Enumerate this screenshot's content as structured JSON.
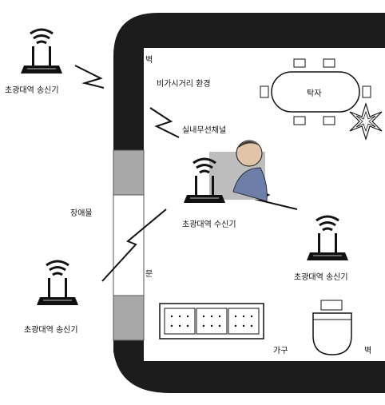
{
  "labels": {
    "wall_top": "벽",
    "nlos_env": "비가시거리 환경",
    "table": "탁자",
    "indoor_channel": "실내무선채널",
    "obstacle": "장애물",
    "receiver": "초광대역 수신기",
    "transmitter_topleft": "초광대역 송신기",
    "transmitter_right": "초광대역 송신기",
    "transmitter_bottomleft": "초광대역 송신기",
    "door": "문",
    "furniture": "가구",
    "wall_bottom": "벽"
  },
  "colors": {
    "wall": "#1c1c1c",
    "room_bg": "#ffffff",
    "door_block": "#a8a8a8",
    "ink": "#111111"
  },
  "icons": [
    "router-icon",
    "signal-waves-icon",
    "lightning-signal-icon",
    "table-chairs-icon",
    "plant-icon",
    "sofa-icon",
    "piano-icon",
    "person-icon"
  ]
}
